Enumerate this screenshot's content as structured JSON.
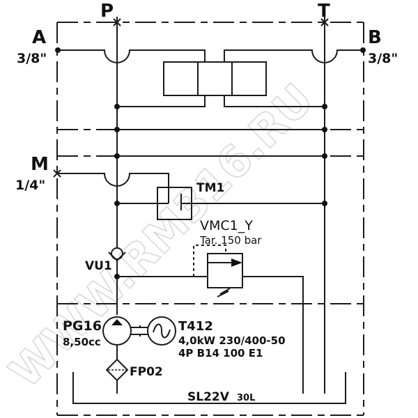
{
  "ports": {
    "P": "P",
    "T": "T",
    "A": "A",
    "A_size": "3/8\"",
    "B": "B",
    "B_size": "3/8\"",
    "M": "M",
    "M_size": "1/4\""
  },
  "components": {
    "pressure_switch": "TM1",
    "relief_valve": {
      "name": "VMC1_Y",
      "setting": "Tar. 150 bar"
    },
    "check_valve": "VU1",
    "pump": {
      "name": "PG16",
      "displacement": "8,50cc"
    },
    "motor": {
      "name": "T412",
      "spec_line1": "4,0kW 230/400-50",
      "spec_line2": "4P B14 100 E1"
    },
    "filter": "FP02",
    "tank": {
      "name": "SL22V",
      "volume": "30L"
    }
  },
  "watermark": "WWW.RM316.RU",
  "colors": {
    "line": "#1a1a1a",
    "watermark": "#d6d6d6",
    "background": "#ffffff"
  }
}
